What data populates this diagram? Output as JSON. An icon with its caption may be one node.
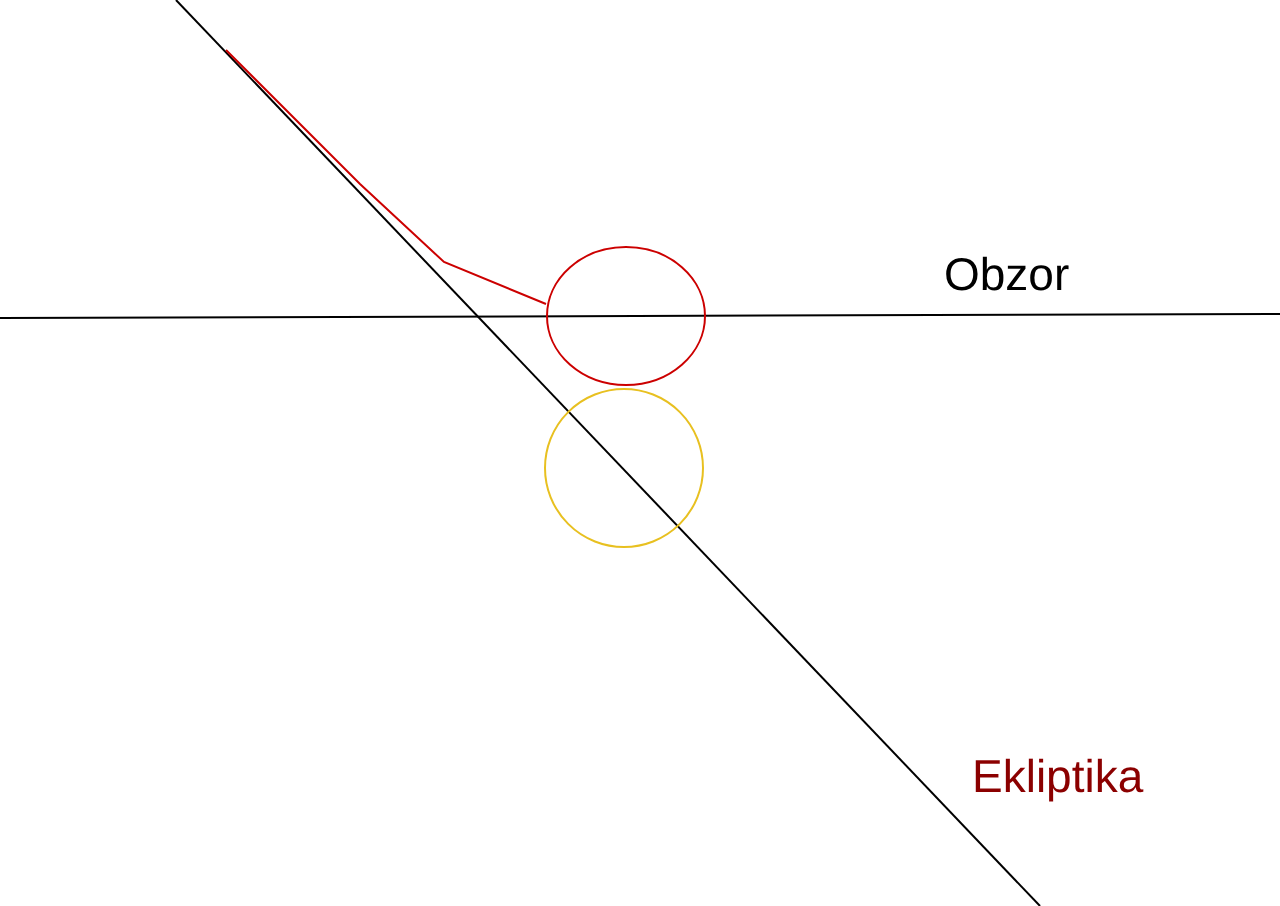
{
  "diagram": {
    "nodes": [
      {
        "text": [],
        "shape": "circle"
      },
      {
        "text": [],
        "shape": "circle"
      }
    ],
    "labels": [
      "Obzor",
      "Ekliptika"
    ]
  }
}
